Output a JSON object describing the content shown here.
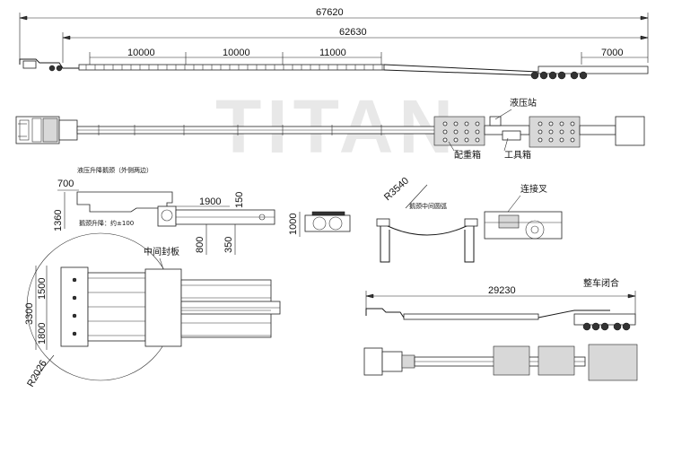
{
  "watermark": "TITAN",
  "dimensions": {
    "overall_length": "67620",
    "deck_length": "62630",
    "seg1": "10000",
    "seg2": "10000",
    "seg3": "11000",
    "rear": "7000",
    "side_700": "700",
    "side_1360": "1360",
    "side_1900": "1900",
    "side_150": "150",
    "side_800": "800",
    "side_350": "350",
    "side_1000": "1000",
    "radius_3540": "R3540",
    "plan_1500": "1500",
    "plan_1800": "1800",
    "plan_3300": "3300",
    "radius_2026": "R2026",
    "closed_length": "29230"
  },
  "labels": {
    "hydraulic_station": "液压站",
    "counterweight_box": "配重箱",
    "tool_box": "工具箱",
    "gooseneck_lift_title": "液压升降鹅颈（外侧两边）",
    "gooseneck_lift_travel": "鹅颈升降：约±100",
    "gooseneck_arc": "鹅颈中间圆弧",
    "connecting_fork": "连接叉",
    "middle_cover_plate": "中间封板",
    "fully_closed": "整车闭合"
  }
}
